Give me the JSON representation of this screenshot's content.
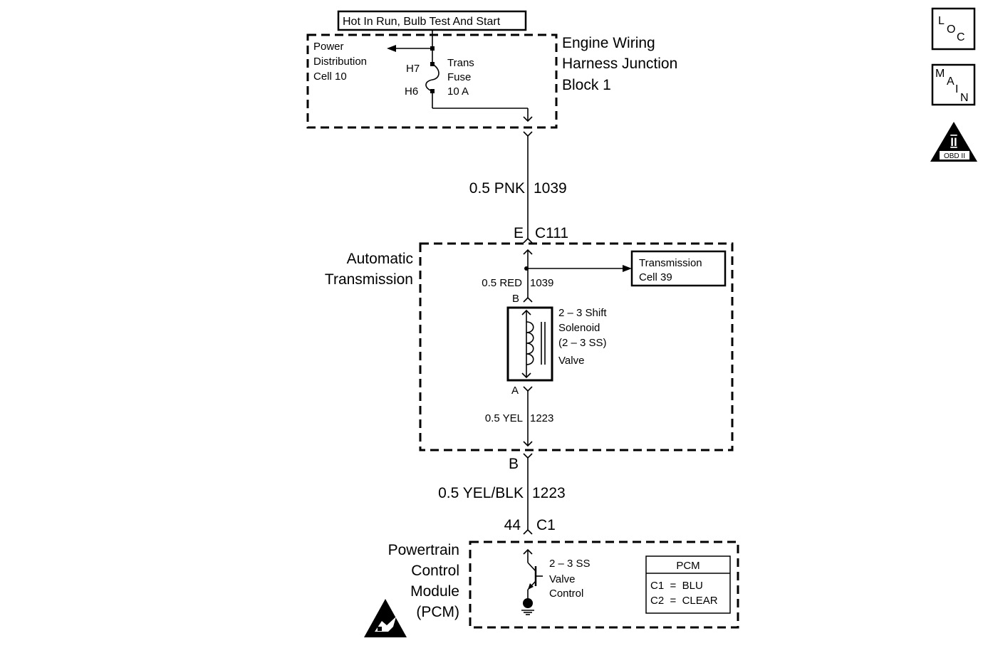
{
  "nav": {
    "loc": [
      "L",
      "O",
      "C"
    ],
    "main": [
      "M",
      "A",
      "I",
      "N"
    ],
    "obd": {
      "numeral": "II",
      "label": "OBD II"
    }
  },
  "power": {
    "source": "Hot In Run, Bulb Test And Start",
    "pdc": [
      "Power",
      "Distribution",
      "Cell 10"
    ],
    "fuse": [
      "Trans",
      "Fuse",
      "10 A"
    ],
    "pin_h7": "H7",
    "pin_h6": "H6",
    "block": [
      "Engine Wiring",
      "Harness Junction",
      "Block 1"
    ]
  },
  "wire1": {
    "gauge_color": "0.5 PNK",
    "circuit": "1039"
  },
  "c111": {
    "pin": "E",
    "name": "C111"
  },
  "trans": {
    "name": [
      "Automatic",
      "Transmission"
    ],
    "wire_red": {
      "gauge_color": "0.5 RED",
      "circuit": "1039"
    },
    "ref": [
      "Transmission",
      "Cell 39"
    ],
    "pin_b": "B",
    "pin_a": "A",
    "solenoid": [
      "2 – 3 Shift",
      "Solenoid",
      "(2 – 3 SS)",
      "Valve"
    ],
    "wire_yel": {
      "gauge_color": "0.5 YEL",
      "circuit": "1223"
    }
  },
  "conn_b": "B",
  "wire2": {
    "gauge_color": "0.5 YEL/BLK",
    "circuit": "1223"
  },
  "c1": {
    "pin": "44",
    "name": "C1"
  },
  "pcm": {
    "name": [
      "Powertrain",
      "Control",
      "Module",
      "(PCM)"
    ],
    "control": [
      "2 – 3 SS",
      "Valve",
      "Control"
    ],
    "table_title": "PCM",
    "table_rows": [
      "C1  =  BLU",
      "C2  =  CLEAR"
    ]
  }
}
